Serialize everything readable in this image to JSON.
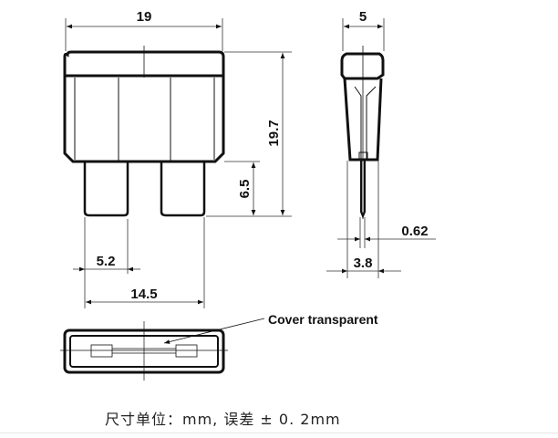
{
  "dimensions": {
    "width_total": "19",
    "height_total": "19.7",
    "leg_length": "6.5",
    "leg_width": "5.2",
    "leg_span": "14.5",
    "thickness": "5",
    "blade_thickness": "0.62",
    "body_thickness": "3.8"
  },
  "callout": "Cover transparent",
  "footer": "尺寸单位：mm, 误差 ± 0. 2mm",
  "colors": {
    "line": "#111111",
    "thin": "#333333"
  }
}
